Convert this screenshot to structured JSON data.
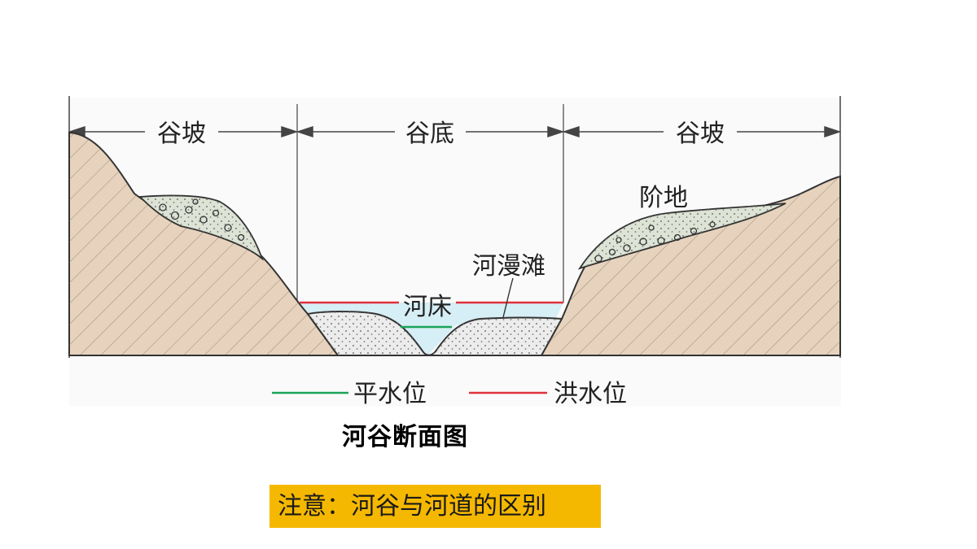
{
  "diagram": {
    "labels": {
      "left_slope": "谷坡",
      "valley_floor": "谷底",
      "right_slope": "谷坡",
      "terrace": "阶地",
      "floodplain": "河漫滩",
      "riverbed": "河床"
    },
    "legend": [
      {
        "label": "平水位",
        "color": "#1aa35a"
      },
      {
        "label": "洪水位",
        "color": "#e0303c"
      }
    ],
    "colors": {
      "bedrock": "#e7d3bd",
      "sediment": "#ececec",
      "terrace_fill": "#dde3d5",
      "water": "#d6eef5",
      "outline": "#333333"
    }
  },
  "caption": "河谷断面图",
  "note": "注意：河谷与河道的区别"
}
